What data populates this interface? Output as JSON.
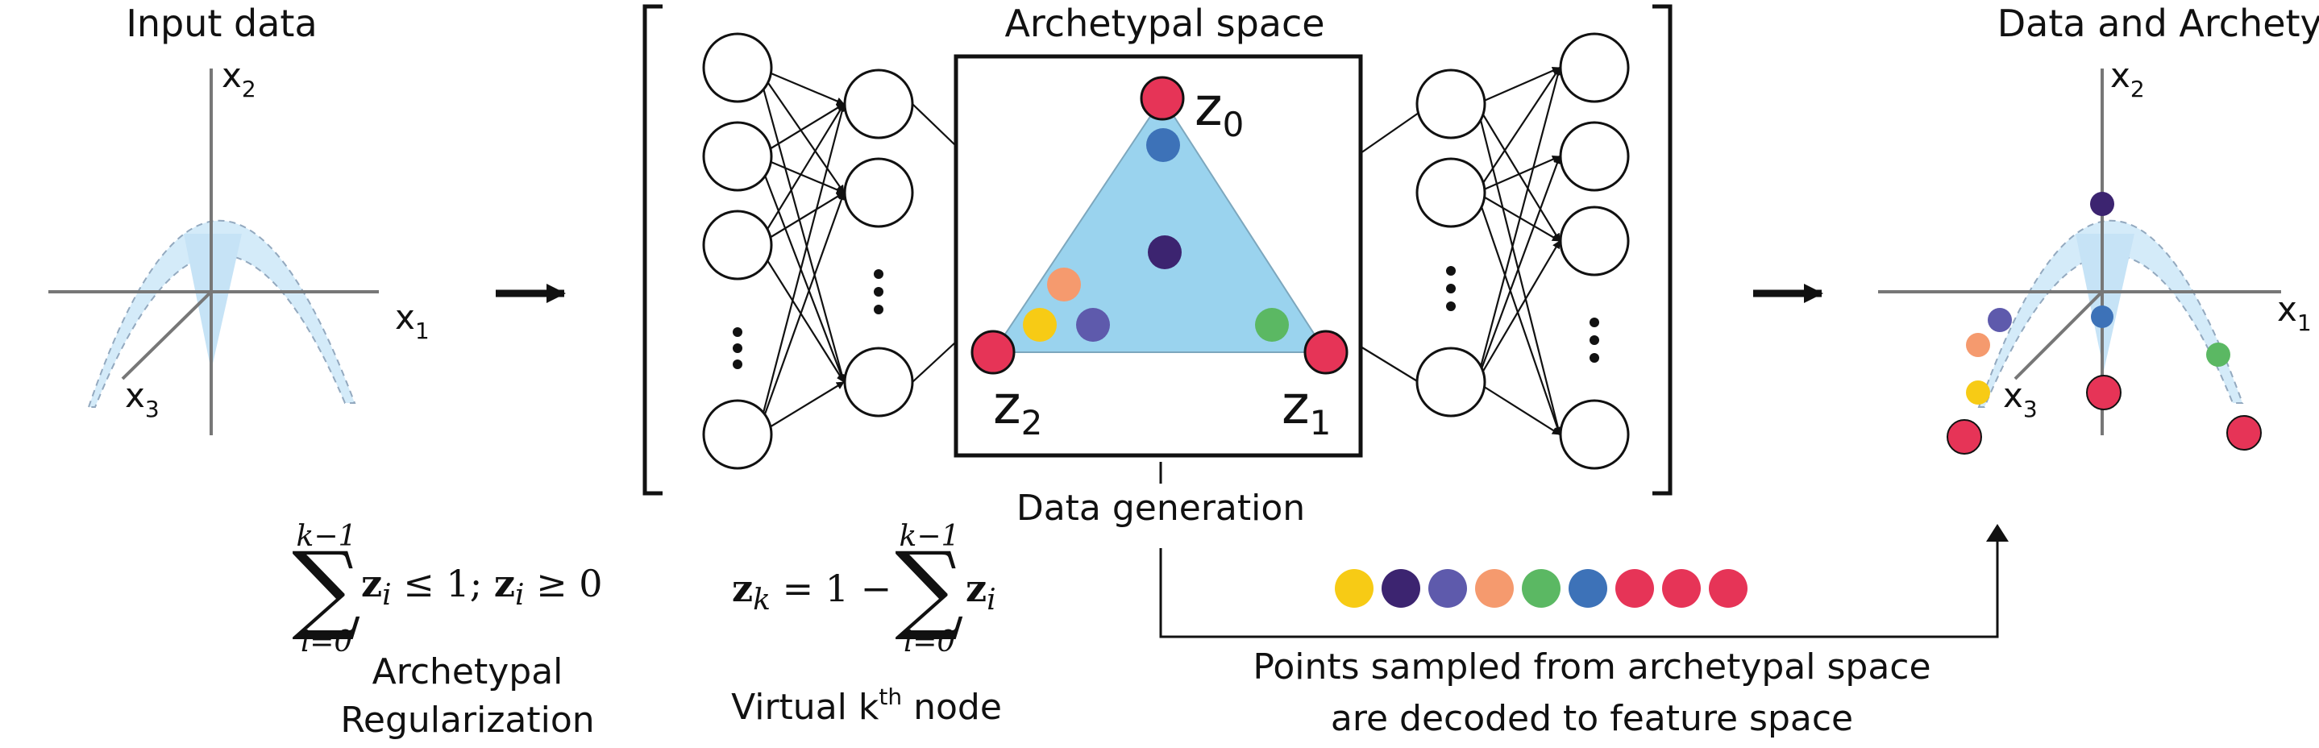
{
  "panels": {
    "input": {
      "title": "Input data",
      "axis_x1": "x",
      "axis_x1_sub": "1",
      "axis_x2": "x",
      "axis_x2_sub": "2",
      "axis_x3": "x",
      "axis_x3_sub": "3"
    },
    "archetypal_space": {
      "title": "Archetypal space",
      "z0": "z",
      "z0_sub": "0",
      "z1": "z",
      "z1_sub": "1",
      "z2": "z",
      "z2_sub": "2"
    },
    "output": {
      "title": "Data and Archetypes",
      "axis_x1": "x",
      "axis_x1_sub": "1",
      "axis_x2": "x",
      "axis_x2_sub": "2",
      "axis_x3": "x",
      "axis_x3_sub": "3"
    }
  },
  "equations": {
    "regularization": {
      "sum_top": "k−1",
      "sum_bottom": "i=0",
      "body": "z",
      "body_sub": "i",
      "body_rest": " ≤ 1; ",
      "body2": "z",
      "body2_sub": "i",
      "body2_rest": " ≥ 0",
      "caption_line1": "Archetypal",
      "caption_line2": "Regularization"
    },
    "virtual_node": {
      "lhs": "z",
      "lhs_sub": "k",
      "mid": " = 1 −",
      "sum_top": "k−1",
      "sum_bottom": "i=0",
      "rhs": "z",
      "rhs_sub": "i",
      "caption_pre": "Virtual k",
      "caption_sup": "th",
      "caption_post": " node"
    }
  },
  "data_generation": {
    "label": "Data generation",
    "caption_line1": "Points sampled from archetypal space",
    "caption_line2": "are decoded to feature space"
  },
  "colors": {
    "yellow": "#f7cb15",
    "dark_purple": "#3c2470",
    "slate_purple": "#5e5aac",
    "orange": "#f59a6e",
    "green": "#5bb863",
    "blue": "#3d72b8",
    "red": "#e63457",
    "triangle_fill": "#9ad3ee",
    "manifold_fill": "#d4ebf9"
  },
  "sampled_points": [
    "yellow",
    "dark_purple",
    "slate_purple",
    "orange",
    "green",
    "blue",
    "red",
    "red",
    "red"
  ]
}
